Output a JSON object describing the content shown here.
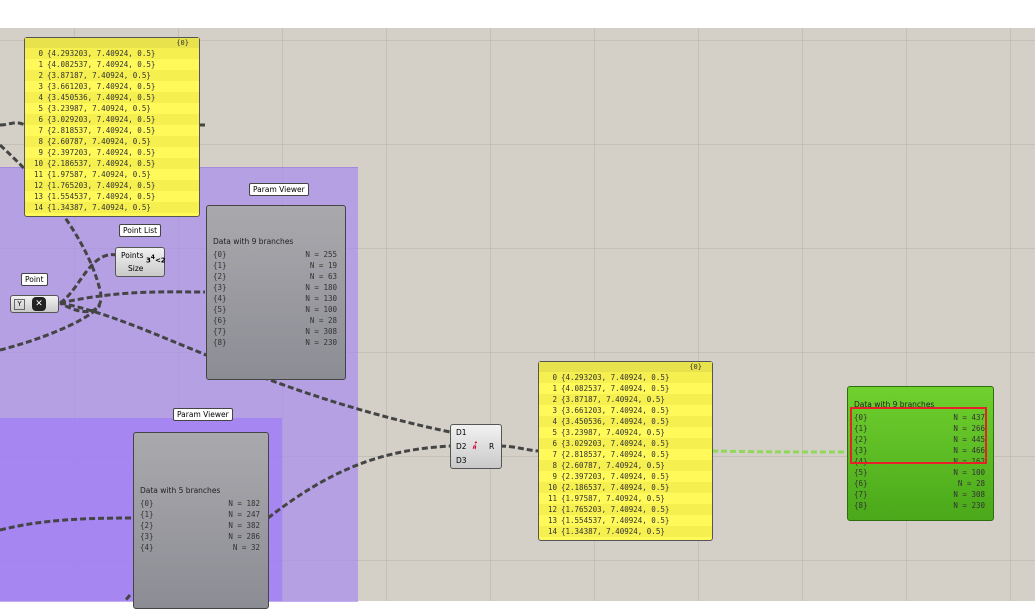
{
  "top_panel": {
    "header": "{0}",
    "rows": [
      "{4.293203, 7.40924, 0.5}",
      "{4.082537, 7.40924, 0.5}",
      "{3.87187, 7.40924, 0.5}",
      "{3.661203, 7.40924, 0.5}",
      "{3.450536, 7.40924, 0.5}",
      "{3.23987, 7.40924, 0.5}",
      "{3.029203, 7.40924, 0.5}",
      "{2.818537, 7.40924, 0.5}",
      "{2.60787, 7.40924, 0.5}",
      "{2.397203, 7.40924, 0.5}",
      "{2.186537, 7.40924, 0.5}",
      "{1.97587, 7.40924, 0.5}",
      "{1.765203, 7.40924, 0.5}",
      "{1.554537, 7.40924, 0.5}",
      "{1.34387, 7.40924, 0.5}"
    ]
  },
  "mid_panel": {
    "header": "{0}",
    "rows": [
      "{4.293203, 7.40924, 0.5}",
      "{4.082537, 7.40924, 0.5}",
      "{3.87187, 7.40924, 0.5}",
      "{3.661203, 7.40924, 0.5}",
      "{3.450536, 7.40924, 0.5}",
      "{3.23987, 7.40924, 0.5}",
      "{3.029203, 7.40924, 0.5}",
      "{2.818537, 7.40924, 0.5}",
      "{2.60787, 7.40924, 0.5}",
      "{2.397203, 7.40924, 0.5}",
      "{2.186537, 7.40924, 0.5}",
      "{1.97587, 7.40924, 0.5}",
      "{1.765203, 7.40924, 0.5}",
      "{1.554537, 7.40924, 0.5}",
      "{1.34387, 7.40924, 0.5}"
    ]
  },
  "viewer9": {
    "tag": "Param Viewer",
    "title": "Data with 9 branches",
    "branches": [
      [
        "{0}",
        "N = 255"
      ],
      [
        "{1}",
        "N = 19"
      ],
      [
        "{2}",
        "N = 63"
      ],
      [
        "{3}",
        "N = 180"
      ],
      [
        "{4}",
        "N = 130"
      ],
      [
        "{5}",
        "N = 100"
      ],
      [
        "{6}",
        "N = 28"
      ],
      [
        "{7}",
        "N = 308"
      ],
      [
        "{8}",
        "N = 230"
      ]
    ]
  },
  "viewer5": {
    "tag": "Param Viewer",
    "title": "Data with 5 branches",
    "branches": [
      [
        "{0}",
        "N = 182"
      ],
      [
        "{1}",
        "N = 247"
      ],
      [
        "{2}",
        "N = 382"
      ],
      [
        "{3}",
        "N = 286"
      ],
      [
        "{4}",
        "N = 32"
      ]
    ]
  },
  "viewer_green": {
    "title": "Data with 9 branches",
    "branches": [
      [
        "{0}",
        "N = 437"
      ],
      [
        "{1}",
        "N = 266"
      ],
      [
        "{2}",
        "N = 445"
      ],
      [
        "{3}",
        "N = 466"
      ],
      [
        "{4}",
        "N = 162"
      ],
      [
        "{5}",
        "N = 100"
      ],
      [
        "{6}",
        "N = 28"
      ],
      [
        "{7}",
        "N = 308"
      ],
      [
        "{8}",
        "N = 230"
      ]
    ]
  },
  "point": {
    "tag": "Point"
  },
  "point_list": {
    "tag": "Point List",
    "inputs": [
      "Points",
      "Size"
    ]
  },
  "entwine": {
    "inputs": [
      "D1",
      "D2",
      "D3"
    ],
    "output": "R"
  }
}
